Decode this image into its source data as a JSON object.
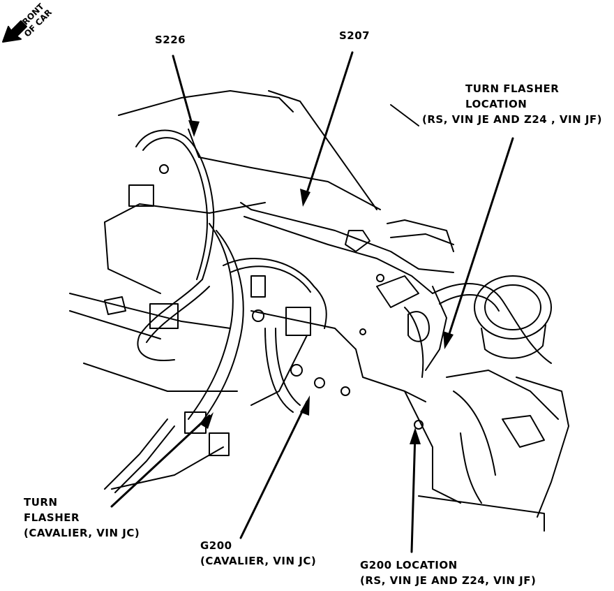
{
  "labels": {
    "front": [
      "FRONT",
      "OF CAR"
    ],
    "s226": "S226",
    "s207": "S207",
    "turn_flasher_location": [
      "TURN FLASHER",
      "LOCATION",
      "(RS, VIN JE AND Z24 , VIN JF)"
    ],
    "turn_flasher_cavalier": [
      "TURN",
      "FLASHER",
      "(CAVALIER, VIN JC)"
    ],
    "g200_cavalier": [
      "G200",
      "(CAVALIER, VIN JC)"
    ],
    "g200_location": [
      "G200 LOCATION",
      "(RS, VIN JE AND Z24, VIN JF)"
    ]
  },
  "colors": {
    "ink": "#000000",
    "paper": "#ffffff"
  }
}
